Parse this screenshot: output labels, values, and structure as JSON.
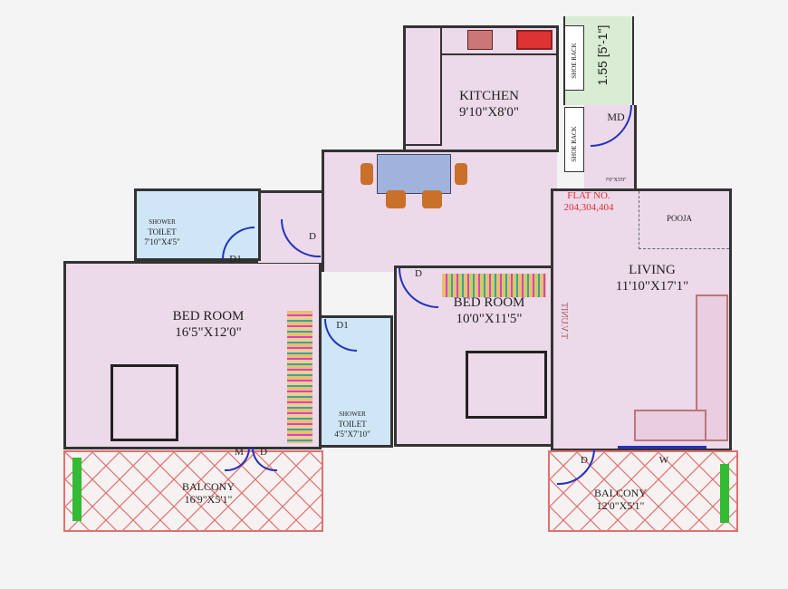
{
  "rooms": {
    "kitchen": {
      "name": "KITCHEN",
      "size": "9'10\"X8'0\""
    },
    "bedroom1": {
      "name": "BED ROOM",
      "size": "16'5\"X12'0\""
    },
    "bedroom2": {
      "name": "BED ROOM",
      "size": "10'0\"X11'5\""
    },
    "living": {
      "name": "LIVING",
      "size": "11'10\"X17'1\""
    },
    "toilet1": {
      "name1": "SHOWER",
      "name2": "TOILET",
      "size": "7'10\"X4'5\""
    },
    "toilet2": {
      "name1": "SHOWER",
      "name2": "TOILET",
      "size": "4'5\"X7'10\""
    },
    "balcony1": {
      "name": "BALCONY",
      "size": "16'9\"X5'1\""
    },
    "balcony2": {
      "name": "BALCONY",
      "size": "12'0\"X5'1\""
    },
    "pooja": "POOJA"
  },
  "flat": {
    "label": "FLAT NO.",
    "numbers": "204,304,404"
  },
  "entrance": {
    "dimension": "1.55 [5'-1\"]",
    "door": "MD",
    "passage": "?'0\"X5'0\""
  },
  "shoe_rack": "SHOE RACK",
  "tv_unit": "T.V.UNIT",
  "doors": {
    "d": "D",
    "d1": "D1",
    "m": "M",
    "w": "W"
  },
  "colors": {
    "room": "#ecd9ea",
    "toilet": "#cfe6f6",
    "entrance": "#d9ecd4",
    "balcony_hatch": "#e07070",
    "door": "#2233bb",
    "flat_no": "#e03030"
  }
}
